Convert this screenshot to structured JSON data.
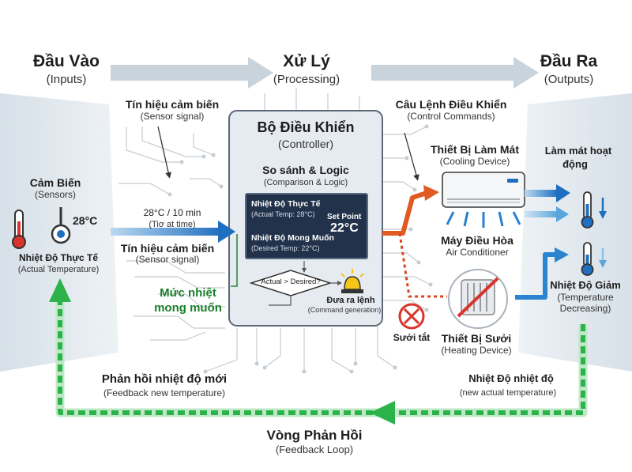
{
  "sections": {
    "inputs": {
      "title": "Đầu Vào",
      "subtitle": "(Inputs)"
    },
    "processing": {
      "title": "Xử Lý",
      "subtitle": "(Processing)"
    },
    "outputs": {
      "title": "Đầu Ra",
      "subtitle": "(Outputs)"
    }
  },
  "sensor_signal_top": {
    "title": "Tín hiệu cảm biến",
    "subtitle": "(Sensor signal)"
  },
  "sensors": {
    "title": "Cảm Biến",
    "subtitle": "(Sensors)",
    "reading": "28°C"
  },
  "actual_temp": {
    "title": "Nhiệt Độ Thực Tế",
    "subtitle": "(Actual Temperature)"
  },
  "timing": {
    "line1": "28°C / 10 min",
    "line2": "(Tiơ at time)"
  },
  "sensor_signal_bottom": {
    "title": "Tín hiệu cảm biến",
    "subtitle": "(Sensor signal)"
  },
  "desired_level": {
    "line1": "Mức nhiệt",
    "line2": "mong muốn"
  },
  "controller": {
    "title": "Bộ Điều Khiển",
    "subtitle": "(Controller)",
    "logic_title": "So sánh & Logic",
    "logic_subtitle": "(Comparison & Logic)",
    "lcd": {
      "actual_label": "Nhiệt Độ Thực Tế",
      "actual_sub": "(Actual Temp: 28°C)",
      "setpoint_label": "Set Point",
      "setpoint_value": "22°C",
      "desired_label": "Nhiệt Độ Mong Muốn",
      "desired_sub": "(Desired Temp: 22°C)"
    },
    "decision": "Actual > Desired?",
    "command_title": "Đưa ra lệnh",
    "command_subtitle": "(Command generation)"
  },
  "control_commands": {
    "title": "Câu Lệnh Điều Khiển",
    "subtitle": "(Control Commands)"
  },
  "cooling_device": {
    "title": "Thiết Bị Làm Mát",
    "subtitle": "(Cooling Device)"
  },
  "cooling_action": {
    "line1": "Làm mát hoạt",
    "line2": "động"
  },
  "air_conditioner": {
    "title": "Máy Điều Hòa",
    "subtitle": "Air Conditioner"
  },
  "temp_decreasing": {
    "title": "Nhiệt Độ Giảm",
    "line2": "(Temperature",
    "line3": "Decreasing)"
  },
  "heater_off": "Sưởi tắt",
  "heating_device": {
    "title": "Thiết Bị Sưởi",
    "subtitle": "(Heating Device)"
  },
  "feedback_new": {
    "title": "Phản hồi nhiệt độ mới",
    "subtitle": "(Feedback new temperature)"
  },
  "new_actual": {
    "title": "Nhiệt Độ nhiệt độ",
    "subtitle": "(new actual temperature)"
  },
  "feedback_loop": {
    "title": "Vòng Phản Hồi",
    "subtitle": "(Feedback Loop)"
  },
  "colors": {
    "blue": "#1f6fc0",
    "orange": "#e05a22",
    "green": "#2bb34a",
    "controller_fill": "#e6ebf2",
    "panel_fill": "#dfe7ee"
  }
}
